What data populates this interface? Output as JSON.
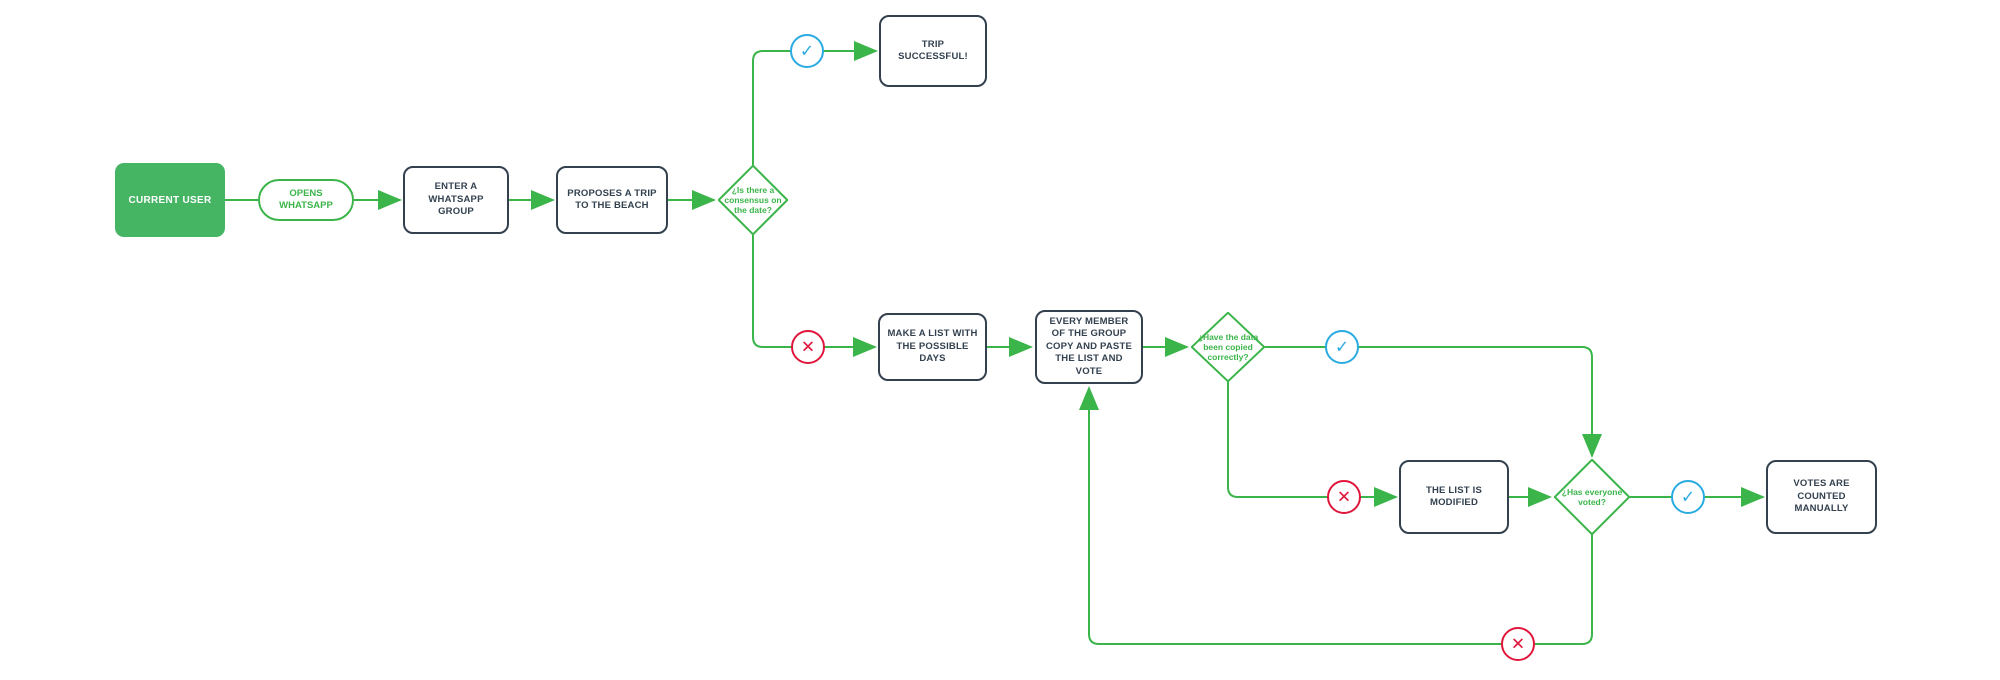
{
  "diagram": {
    "nodes": {
      "current_user": {
        "type": "start",
        "label": "CURRENT USER"
      },
      "opens_whatsapp": {
        "type": "terminal",
        "label": "OPENS WHATSAPP"
      },
      "enter_group": {
        "type": "process",
        "label": "ENTER A WHATSAPP GROUP"
      },
      "propose_trip": {
        "type": "process",
        "label": "PROPOSES A TRIP TO THE BEACH"
      },
      "consensus": {
        "type": "decision",
        "label": "¿Is there a consensus on the date?"
      },
      "trip_successful": {
        "type": "process",
        "label": "TRIP SUCCESSFUL!"
      },
      "make_list": {
        "type": "process",
        "label": "MAKE A LIST WITH THE POSSIBLE DAYS"
      },
      "copy_paste_vote": {
        "type": "process",
        "label": "EVERY MEMBER OF THE GROUP COPY AND PASTE THE LIST AND VOTE"
      },
      "data_copied": {
        "type": "decision",
        "label": "¿Have the data been copied correctly?"
      },
      "list_modified": {
        "type": "process",
        "label": "THE LIST IS MODIFIED"
      },
      "everyone_voted": {
        "type": "decision",
        "label": "¿Has everyone voted?"
      },
      "votes_counted": {
        "type": "process",
        "label": "VOTES ARE COUNTED MANUALLY"
      }
    },
    "icons": {
      "yes": "✓",
      "no": "✕"
    },
    "colors": {
      "green": "#3BB54A",
      "green_fill": "#45B564",
      "blue": "#29ABE2",
      "red": "#E0173C",
      "dark": "#33414F"
    }
  }
}
